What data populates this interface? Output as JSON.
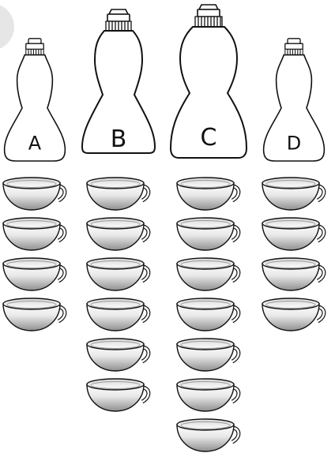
{
  "bottles": [
    {
      "label": "A",
      "cups": 4
    },
    {
      "label": "B",
      "cups": 6
    },
    {
      "label": "C",
      "cups": 7
    },
    {
      "label": "D",
      "cups": 4
    }
  ],
  "colors": {
    "outline": "#111111",
    "cup_light": "#f4f4f4",
    "cup_dark": "#9a9a9a",
    "corner_circle": "#e6e6e6"
  }
}
